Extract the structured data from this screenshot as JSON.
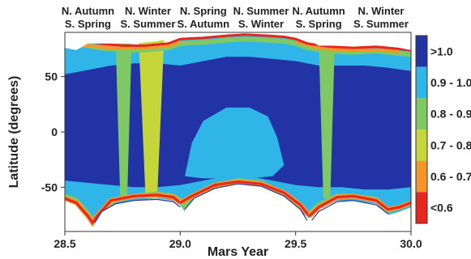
{
  "chart_data": {
    "type": "heatmap",
    "xlabel": "Mars Year",
    "ylabel": "Latitude (degrees)",
    "xlim": [
      28.5,
      30.0
    ],
    "ylim": [
      -90,
      90
    ],
    "x_ticks": [
      {
        "value": 28.5,
        "label": "28.5"
      },
      {
        "value": 29.0,
        "label": "29.0"
      },
      {
        "value": 29.5,
        "label": "29.5"
      },
      {
        "value": 30.0,
        "label": "30.0"
      }
    ],
    "y_ticks": [
      {
        "value": 50,
        "label": "50"
      },
      {
        "value": 0,
        "label": "0"
      },
      {
        "value": -50,
        "label": "-50"
      }
    ],
    "season_labels": [
      {
        "x": 28.6,
        "north": "N. Autumn",
        "south": "S. Spring"
      },
      {
        "x": 28.86,
        "north": "N. Winter",
        "south": "S. Summer"
      },
      {
        "x": 29.1,
        "north": "N. Spring",
        "south": "S. Autumn"
      },
      {
        "x": 29.35,
        "north": "N. Summer",
        "south": "S. Winter"
      },
      {
        "x": 29.6,
        "north": "N. Autumn",
        "south": "S. Spring"
      },
      {
        "x": 29.87,
        "north": "N. Winter",
        "south": "S. Summer"
      }
    ],
    "legend": [
      {
        "label": ">1.0",
        "color": "#2233a6"
      },
      {
        "label": "0.9 - 1.0",
        "color": "#2fb5e8"
      },
      {
        "label": "0.8 - 0.9",
        "color": "#7fc964"
      },
      {
        "label": "0.7 - 0.8",
        "color": "#c4d63a"
      },
      {
        "label": "0.6 - 0.7",
        "color": "#f4962a"
      },
      {
        "label": "<0.6",
        "color": "#e8251f"
      }
    ],
    "regions": {
      "north_edge": [
        [
          28.5,
          84
        ],
        [
          28.6,
          82
        ],
        [
          28.65,
          80
        ],
        [
          28.75,
          78
        ],
        [
          28.85,
          78
        ],
        [
          28.95,
          80
        ],
        [
          29.0,
          84
        ],
        [
          29.1,
          85
        ],
        [
          29.2,
          87
        ],
        [
          29.28,
          88
        ],
        [
          29.38,
          87
        ],
        [
          29.45,
          86
        ],
        [
          29.5,
          84
        ],
        [
          29.55,
          80
        ],
        [
          29.65,
          77
        ],
        [
          29.75,
          76
        ],
        [
          29.85,
          77
        ],
        [
          29.95,
          75
        ],
        [
          30.0,
          74
        ]
      ],
      "south_edge": [
        [
          28.5,
          -62
        ],
        [
          28.55,
          -66
        ],
        [
          28.6,
          -78
        ],
        [
          28.62,
          -85
        ],
        [
          28.66,
          -75
        ],
        [
          28.72,
          -65
        ],
        [
          28.8,
          -62
        ],
        [
          28.9,
          -60
        ],
        [
          28.97,
          -62
        ],
        [
          29.0,
          -66
        ],
        [
          29.02,
          -72
        ],
        [
          29.06,
          -62
        ],
        [
          29.15,
          -52
        ],
        [
          29.25,
          -48
        ],
        [
          29.35,
          -50
        ],
        [
          29.45,
          -60
        ],
        [
          29.52,
          -72
        ],
        [
          29.56,
          -78
        ],
        [
          29.6,
          -70
        ],
        [
          29.68,
          -62
        ],
        [
          29.75,
          -62
        ],
        [
          29.85,
          -65
        ],
        [
          29.9,
          -75
        ],
        [
          29.95,
          -72
        ],
        [
          30.0,
          -68
        ]
      ],
      "cap_north": [
        [
          28.5,
          90
        ],
        [
          28.5,
          76
        ],
        [
          28.55,
          74
        ],
        [
          28.6,
          80
        ],
        [
          28.7,
          80
        ],
        [
          28.8,
          80
        ],
        [
          28.9,
          82
        ],
        [
          28.95,
          84
        ],
        [
          29.0,
          88
        ],
        [
          29.05,
          90
        ]
      ],
      "cap_north_2": [
        [
          29.55,
          90
        ],
        [
          29.55,
          84
        ],
        [
          29.6,
          78
        ],
        [
          29.7,
          78
        ],
        [
          29.8,
          80
        ],
        [
          29.9,
          80
        ],
        [
          29.95,
          76
        ],
        [
          30.0,
          74
        ],
        [
          30.0,
          90
        ]
      ],
      "cap_south_1": [
        [
          28.63,
          -90
        ],
        [
          28.63,
          -82
        ],
        [
          28.66,
          -72
        ],
        [
          28.72,
          -65
        ],
        [
          28.8,
          -62
        ],
        [
          28.9,
          -61
        ],
        [
          28.97,
          -63
        ],
        [
          29.0,
          -68
        ],
        [
          29.02,
          -90
        ]
      ],
      "cap_south_2": [
        [
          29.02,
          -90
        ],
        [
          29.02,
          -70
        ],
        [
          29.06,
          -60
        ],
        [
          29.15,
          -51
        ],
        [
          29.25,
          -47
        ],
        [
          29.35,
          -49
        ],
        [
          29.45,
          -58
        ],
        [
          29.52,
          -70
        ],
        [
          29.55,
          -80
        ],
        [
          29.56,
          -90
        ]
      ],
      "cap_south_3": [
        [
          29.57,
          -90
        ],
        [
          29.57,
          -80
        ],
        [
          29.6,
          -72
        ],
        [
          29.68,
          -63
        ],
        [
          29.75,
          -62
        ],
        [
          29.85,
          -66
        ],
        [
          29.9,
          -74
        ],
        [
          29.92,
          -90
        ]
      ],
      "cyan_band_north": [
        [
          28.5,
          52
        ],
        [
          28.6,
          56
        ],
        [
          28.7,
          60
        ],
        [
          28.8,
          62
        ],
        [
          28.9,
          62
        ],
        [
          29.0,
          60
        ],
        [
          29.1,
          64
        ],
        [
          29.2,
          68
        ],
        [
          29.3,
          68
        ],
        [
          29.4,
          66
        ],
        [
          29.5,
          64
        ],
        [
          29.6,
          60
        ],
        [
          29.7,
          60
        ],
        [
          29.8,
          60
        ],
        [
          29.9,
          58
        ],
        [
          30.0,
          55
        ]
      ],
      "cyan_band_south": [
        [
          28.5,
          -44
        ],
        [
          28.6,
          -46
        ],
        [
          28.7,
          -48
        ],
        [
          28.8,
          -50
        ],
        [
          28.9,
          -50
        ],
        [
          29.0,
          -48
        ],
        [
          29.1,
          -44
        ],
        [
          29.2,
          -40
        ],
        [
          29.3,
          -40
        ],
        [
          29.4,
          -44
        ],
        [
          29.5,
          -48
        ],
        [
          29.6,
          -50
        ],
        [
          29.7,
          -50
        ],
        [
          29.8,
          -52
        ],
        [
          29.9,
          -52
        ],
        [
          30.0,
          -50
        ]
      ],
      "cyan_center": [
        [
          29.02,
          -40
        ],
        [
          29.05,
          -10
        ],
        [
          29.1,
          10
        ],
        [
          29.2,
          22
        ],
        [
          29.3,
          22
        ],
        [
          29.38,
          14
        ],
        [
          29.42,
          -5
        ],
        [
          29.45,
          -30
        ],
        [
          29.4,
          -40
        ],
        [
          29.3,
          -42
        ],
        [
          29.2,
          -42
        ],
        [
          29.1,
          -42
        ]
      ],
      "green_stripe_1": [
        [
          28.72,
          84
        ],
        [
          28.74,
          -60
        ],
        [
          28.77,
          -60
        ],
        [
          28.79,
          84
        ]
      ],
      "green_stripe_2": [
        [
          28.82,
          84
        ],
        [
          28.85,
          -60
        ],
        [
          28.9,
          -60
        ],
        [
          28.93,
          84
        ]
      ],
      "green_stripe_3": [
        [
          29.6,
          84
        ],
        [
          29.62,
          -60
        ],
        [
          29.65,
          -60
        ],
        [
          29.67,
          84
        ]
      ],
      "orange_edge_n1": [
        [
          28.5,
          80
        ],
        [
          28.6,
          78
        ],
        [
          28.7,
          76
        ],
        [
          28.85,
          76
        ],
        [
          28.95,
          78
        ],
        [
          29.0,
          82
        ]
      ],
      "orange_edge_n2": [
        [
          29.5,
          82
        ],
        [
          29.6,
          76
        ],
        [
          29.7,
          74
        ],
        [
          29.85,
          74
        ],
        [
          29.95,
          73
        ]
      ],
      "red_edge_s1": [
        [
          28.5,
          -60
        ],
        [
          28.55,
          -64
        ],
        [
          28.6,
          -76
        ],
        [
          28.62,
          -82
        ],
        [
          28.64,
          -76
        ],
        [
          28.7,
          -62
        ],
        [
          28.8,
          -58
        ],
        [
          28.9,
          -57
        ],
        [
          28.97,
          -59
        ],
        [
          29.0,
          -64
        ]
      ],
      "red_edge_s2": [
        [
          29.0,
          -64
        ],
        [
          29.05,
          -58
        ],
        [
          29.15,
          -48
        ],
        [
          29.25,
          -45
        ],
        [
          29.35,
          -47
        ],
        [
          29.45,
          -55
        ],
        [
          29.52,
          -66
        ],
        [
          29.56,
          -76
        ]
      ],
      "red_edge_s3": [
        [
          29.56,
          -76
        ],
        [
          29.6,
          -68
        ],
        [
          29.68,
          -59
        ],
        [
          29.75,
          -58
        ],
        [
          29.85,
          -62
        ],
        [
          29.9,
          -70
        ],
        [
          29.95,
          -68
        ],
        [
          30.0,
          -64
        ]
      ]
    }
  }
}
